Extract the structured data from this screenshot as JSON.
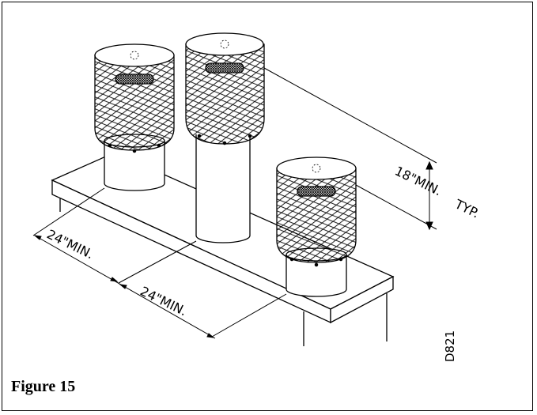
{
  "figure": {
    "caption": "Figure 15",
    "drawing_code": "D821",
    "dim_left": "24\"MIN.",
    "dim_middle": "24\"MIN.",
    "dim_height_a": "18\"MIN.",
    "dim_height_b": "TYP."
  },
  "colors": {
    "line": "#000000",
    "background": "#ffffff"
  }
}
